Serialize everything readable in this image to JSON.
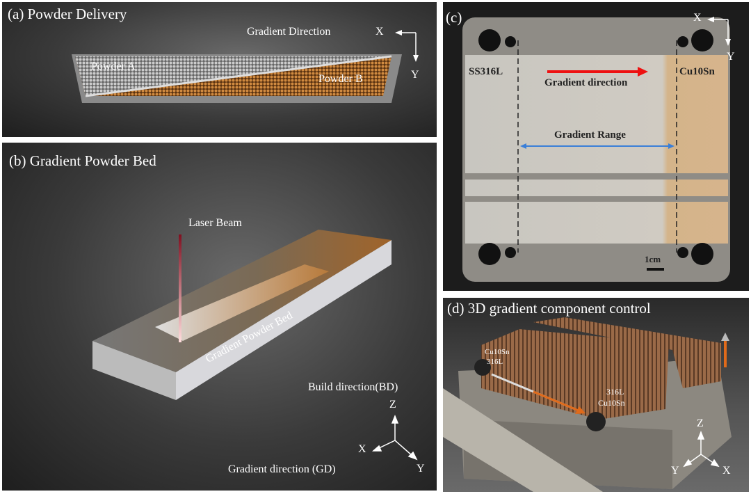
{
  "panel_a": {
    "title": "(a) Powder Delivery",
    "gradient_direction": "Gradient Direction",
    "x": "X",
    "y": "Y",
    "powder_a": "Powder A",
    "powder_b": "Powder B"
  },
  "panel_b": {
    "title": "(b) Gradient Powder Bed",
    "laser": "Laser Beam",
    "bed": "Gradient Powder Bed",
    "build_dir": "Build direction(BD)",
    "grad_dir": "Gradient direction (GD)",
    "x": "X",
    "y": "Y",
    "z": "Z"
  },
  "panel_c": {
    "title": "(c)",
    "left_material": "SS316L",
    "right_material": "Cu10Sn",
    "gradient_direction": "Gradient direction",
    "gradient_range": "Gradient Range",
    "scale": "1cm",
    "x": "X",
    "y": "Y"
  },
  "panel_d": {
    "title": "(d) 3D gradient component control",
    "top_label_1": "Cu10Sn",
    "top_label_2": "316L",
    "side_label_1": "316L",
    "side_label_2": "Cu10Sn",
    "x": "X",
    "y": "Y",
    "z": "Z"
  },
  "colors": {
    "copper": "#b8743a",
    "red_arrow": "#ee1111",
    "blue_arrow": "#3a7fd8",
    "orange_arrow": "#e06a1a"
  }
}
